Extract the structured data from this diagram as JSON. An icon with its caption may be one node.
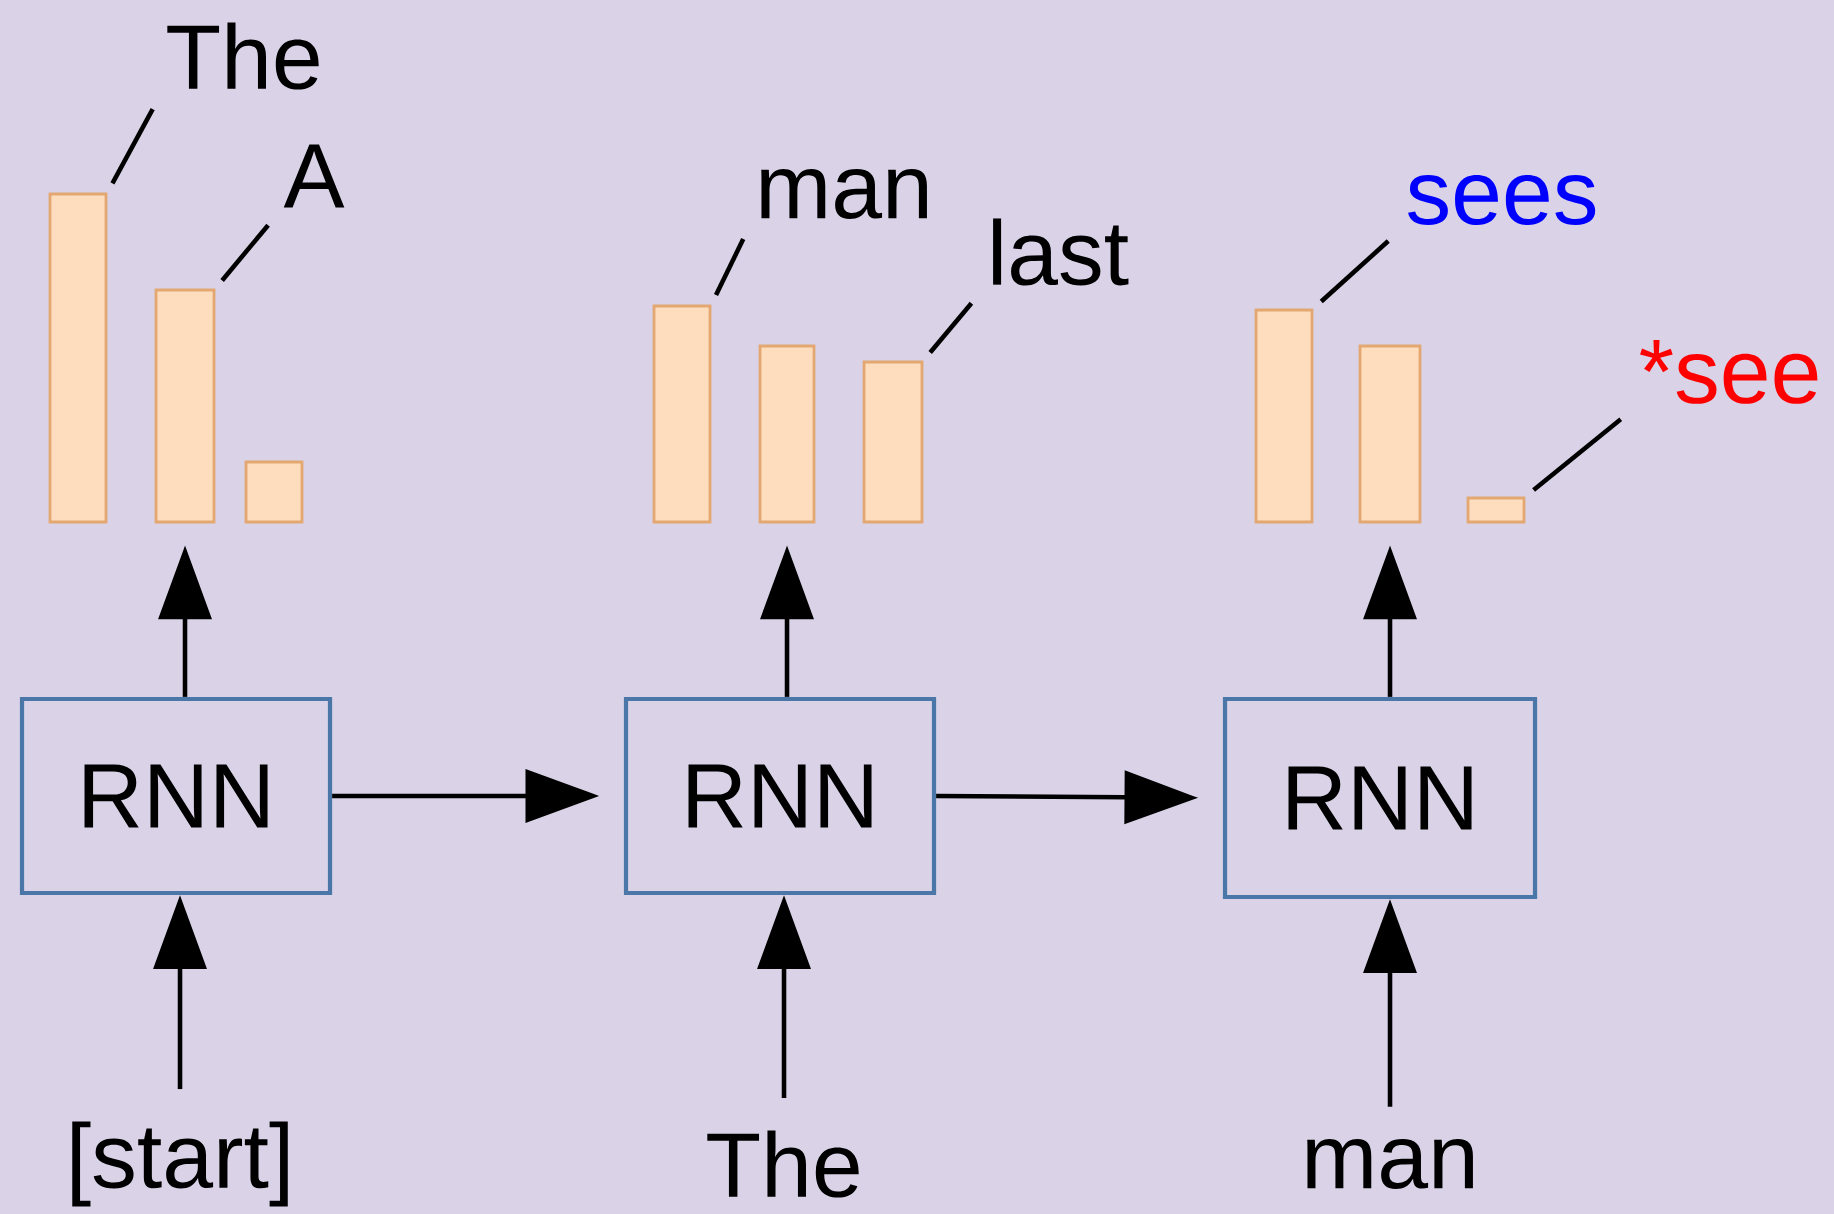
{
  "diagram": {
    "nodes": [
      {
        "text": [
          "RNN"
        ]
      },
      {
        "text": [
          "RNN"
        ]
      },
      {
        "text": [
          "RNN"
        ]
      },
      {
        "text": [
          "[start]"
        ]
      },
      {
        "text": [
          "The"
        ]
      },
      {
        "text": [
          "man"
        ]
      },
      {
        "text": [],
        "shape": "bar"
      },
      {
        "text": [],
        "shape": "bar"
      },
      {
        "text": [],
        "shape": "bar"
      },
      {
        "text": [],
        "shape": "bar"
      },
      {
        "text": [],
        "shape": "bar"
      },
      {
        "text": [],
        "shape": "bar"
      },
      {
        "text": [],
        "shape": "bar"
      },
      {
        "text": [],
        "shape": "bar"
      },
      {
        "text": [],
        "shape": "bar"
      },
      {
        "text": [
          "The"
        ]
      },
      {
        "text": [
          "A"
        ]
      },
      {
        "text": [
          "man"
        ]
      },
      {
        "text": [
          "last"
        ]
      },
      {
        "text": [
          "sees"
        ]
      },
      {
        "text": [
          "*see"
        ]
      }
    ],
    "edges": [
      {
        "from": 3,
        "to": 0,
        "arrow": "to"
      },
      {
        "from": 4,
        "to": 1,
        "arrow": "to"
      },
      {
        "from": 5,
        "to": 2,
        "arrow": "to"
      },
      {
        "from": 0,
        "to": 1,
        "arrow": "to"
      },
      {
        "from": 1,
        "to": 2,
        "arrow": "to"
      },
      {
        "from": 0,
        "to": 7,
        "arrow": "to"
      },
      {
        "from": 1,
        "to": 10,
        "arrow": "to"
      },
      {
        "from": 2,
        "to": 13,
        "arrow": "to"
      },
      {
        "from": 15,
        "to": 6,
        "arrow": "none"
      },
      {
        "from": 16,
        "to": 7,
        "arrow": "none"
      },
      {
        "from": 17,
        "to": 9,
        "arrow": "none"
      },
      {
        "from": 18,
        "to": 11,
        "arrow": "none"
      },
      {
        "from": 19,
        "to": 12,
        "arrow": "none"
      },
      {
        "from": 20,
        "to": 14,
        "arrow": "none"
      }
    ]
  }
}
